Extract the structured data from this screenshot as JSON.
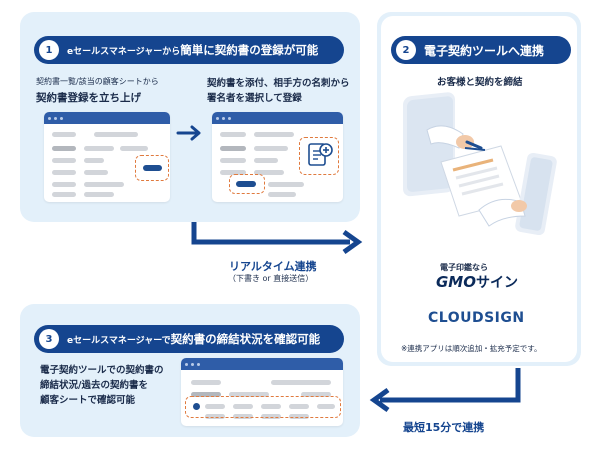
{
  "step1": {
    "number": "1",
    "title_small": "eセールスマネージャーから",
    "title_big": "簡単に契約書の登録が可能",
    "left_sub": "契約書一覧/該当の顧客シートから",
    "left_bold": "契約書登録を立ち上げ",
    "right_line1": "契約書を添付、相手方の名刺から",
    "right_line2": "署名者を選択して登録"
  },
  "step2": {
    "number": "2",
    "title": "電子契約ツールへ連携",
    "subtitle": "お客様と契約を締結",
    "gmo_small": "電子印鑑なら",
    "gmo_logo_main": "GMO",
    "gmo_logo_sub": "サイン",
    "cloudsign": "CLOUDSIGN",
    "note": "※連携アプリは順次追加・拡充予定です。"
  },
  "realtime": {
    "label": "リアルタイム連携",
    "sub": "（下書き or 直接送信）"
  },
  "shortest": {
    "label": "最短15分で連携"
  },
  "step3": {
    "number": "3",
    "title_small": "eセールスマネージャーで",
    "title_big": "契約書の締結状況を確認可能",
    "desc1": "電子契約ツールでの契約書の",
    "desc2": "締結状況/過去の契約書を",
    "desc3": "顧客シートで確認可能"
  },
  "colors": {
    "navy": "#15458f",
    "panel": "#e3f0fa",
    "accent_orange": "#e07a3e",
    "window_bar": "#2f5da8"
  },
  "icons": [
    "document-add-icon",
    "contract-signing-illustration",
    "arrow-right-icon",
    "arrow-down-icon",
    "arrow-left-icon"
  ]
}
